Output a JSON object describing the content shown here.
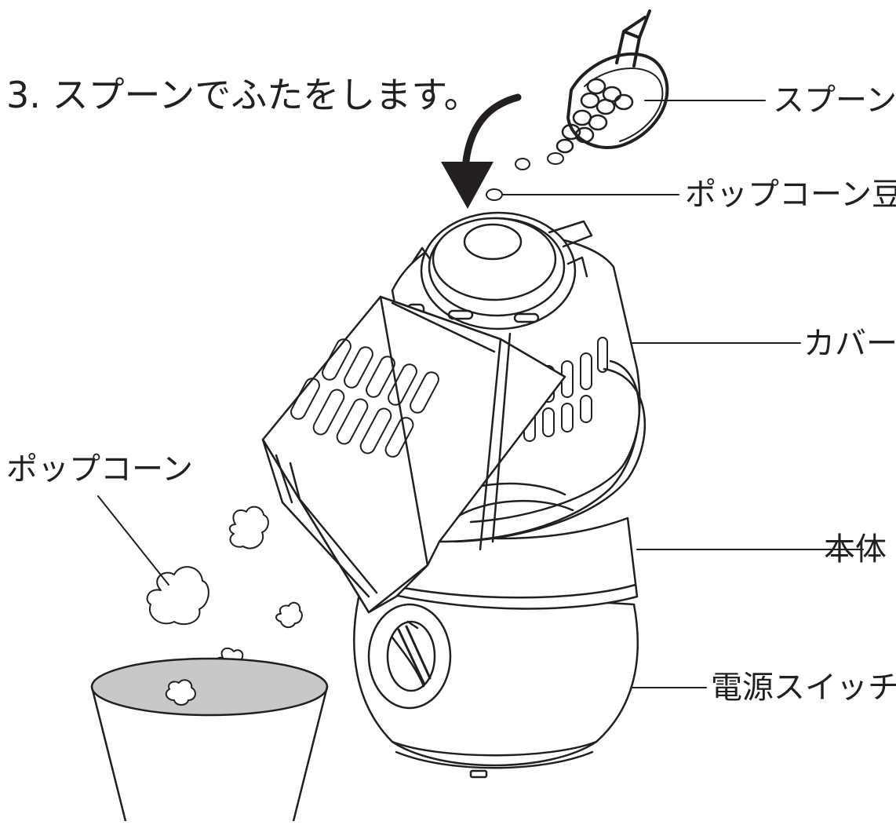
{
  "instruction": "3. スプーンでふたをします。",
  "labels": {
    "spoon": "スプーン",
    "beans": "ポップコーン豆",
    "cover": "カバー",
    "popcorn": "ポップコーン",
    "body": "本体",
    "power_switch": "電源スイッチ"
  },
  "colors": {
    "line": "#231f20",
    "bowl_fill": "#c8c8c8",
    "background": "#ffffff"
  }
}
